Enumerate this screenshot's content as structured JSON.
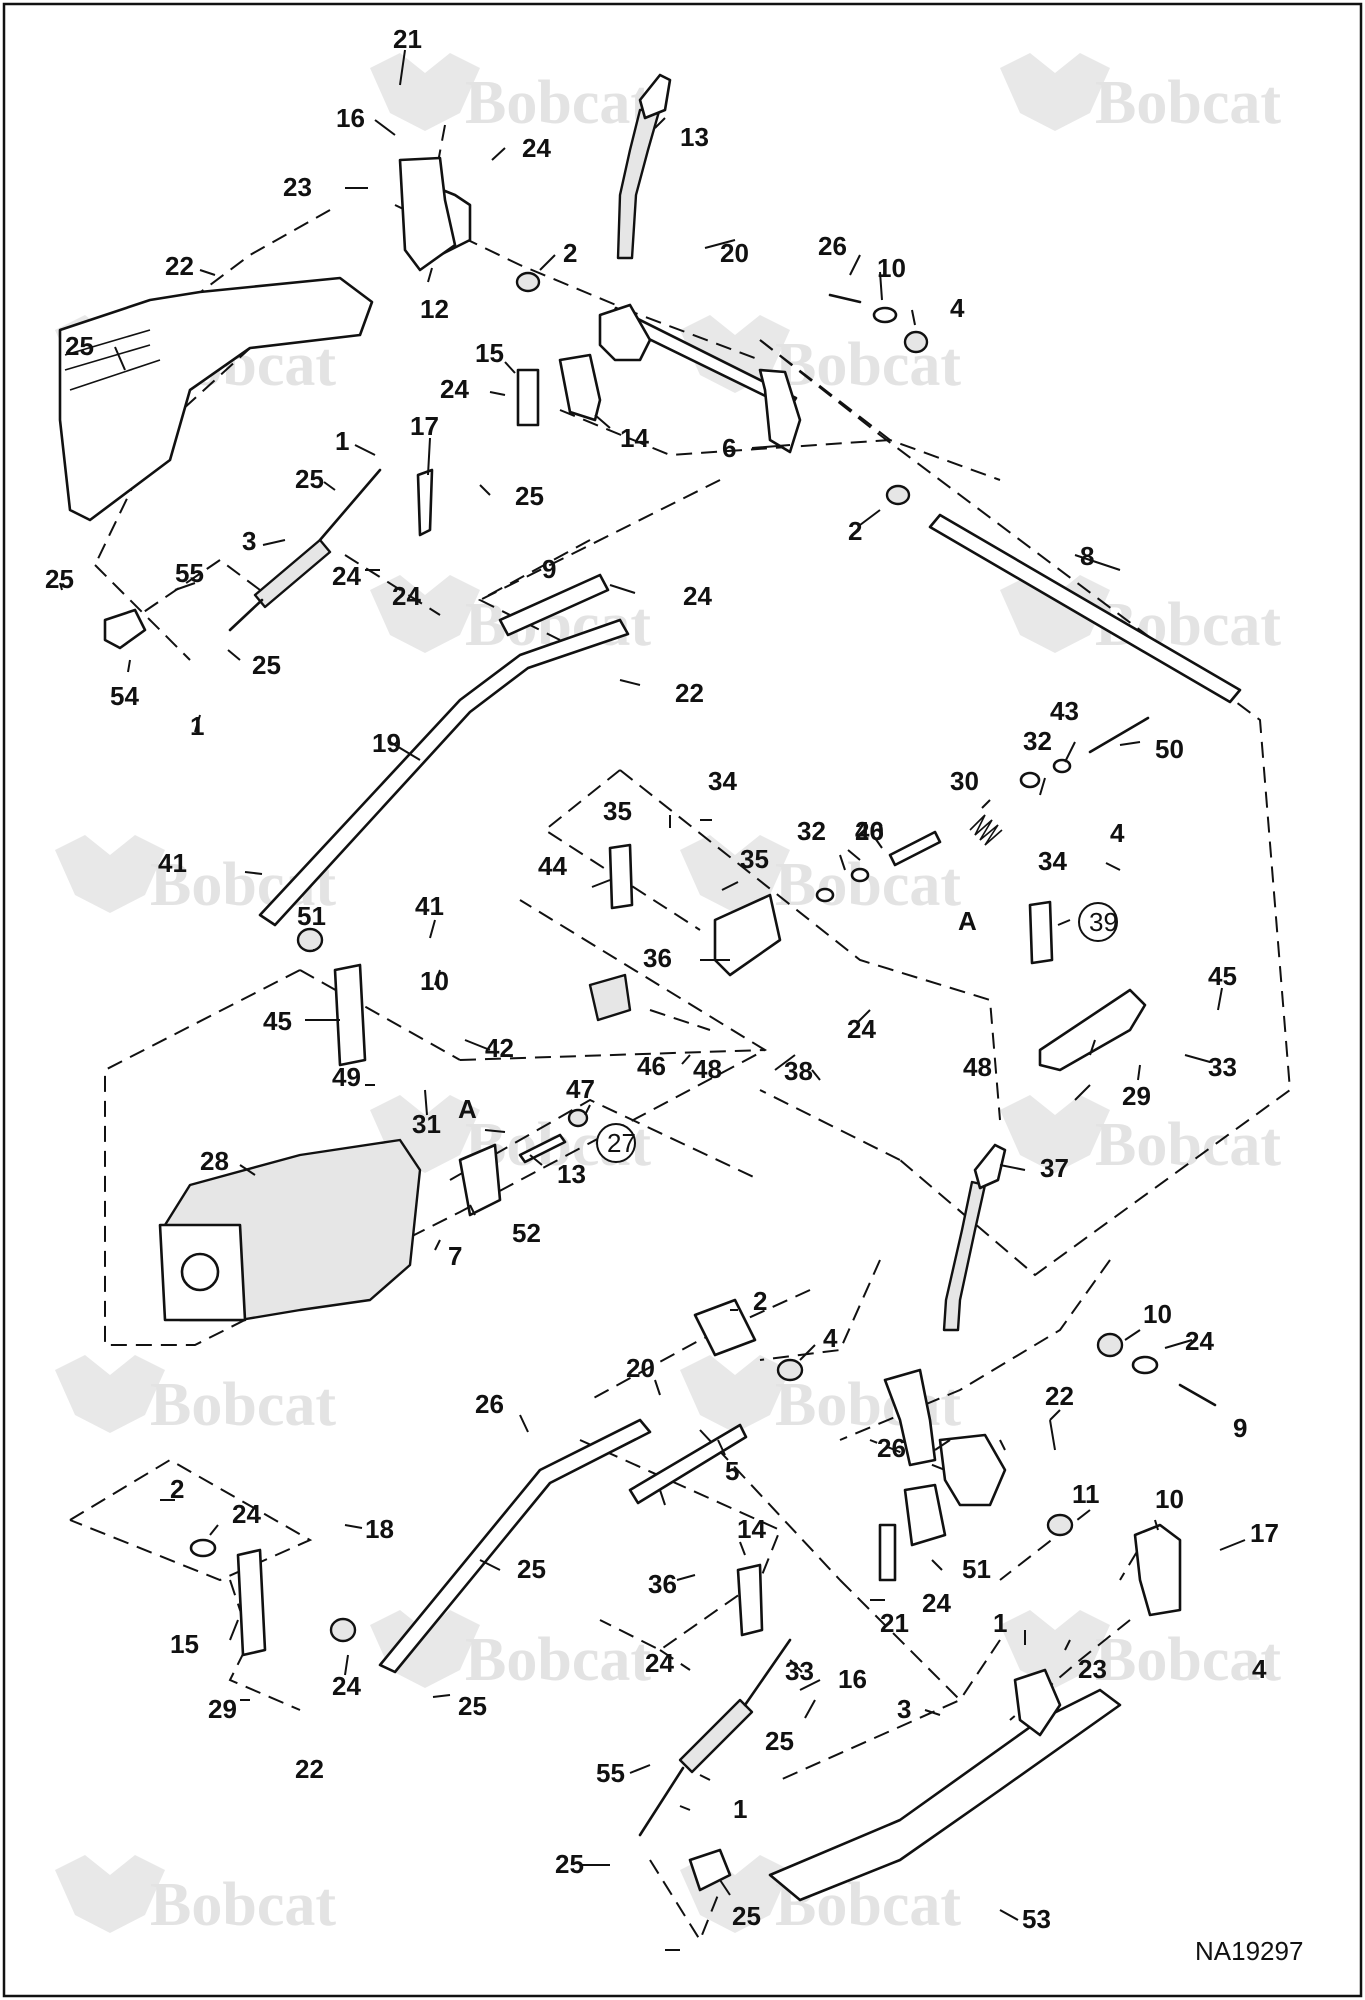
{
  "figure_id": "NA19297",
  "watermark_text": "Bobcat",
  "callouts": [
    {
      "id": "c21a",
      "label": "21"
    },
    {
      "id": "c16a",
      "label": "16"
    },
    {
      "id": "c13a",
      "label": "13"
    },
    {
      "id": "c23a",
      "label": "23"
    },
    {
      "id": "c24a",
      "label": "24"
    },
    {
      "id": "c22a",
      "label": "22"
    },
    {
      "id": "c12",
      "label": "12"
    },
    {
      "id": "c2a",
      "label": "2"
    },
    {
      "id": "c20a",
      "label": "20"
    },
    {
      "id": "c26a",
      "label": "26"
    },
    {
      "id": "c10a",
      "label": "10"
    },
    {
      "id": "c4a",
      "label": "4"
    },
    {
      "id": "c25a",
      "label": "25"
    },
    {
      "id": "c15a",
      "label": "15"
    },
    {
      "id": "c24b",
      "label": "24"
    },
    {
      "id": "c14a",
      "label": "14"
    },
    {
      "id": "c6",
      "label": "6"
    },
    {
      "id": "c17a",
      "label": "17"
    },
    {
      "id": "c1a",
      "label": "1"
    },
    {
      "id": "c25b",
      "label": "25"
    },
    {
      "id": "c25c",
      "label": "25"
    },
    {
      "id": "c2b",
      "label": "2"
    },
    {
      "id": "c8",
      "label": "8"
    },
    {
      "id": "c3a",
      "label": "3"
    },
    {
      "id": "c24c",
      "label": "24"
    },
    {
      "id": "c9a",
      "label": "9"
    },
    {
      "id": "c25d",
      "label": "25"
    },
    {
      "id": "c55a",
      "label": "55"
    },
    {
      "id": "c24d",
      "label": "24"
    },
    {
      "id": "c24e",
      "label": "24"
    },
    {
      "id": "c25e",
      "label": "25"
    },
    {
      "id": "c54",
      "label": "54"
    },
    {
      "id": "c22b",
      "label": "22"
    },
    {
      "id": "c1b",
      "label": "1"
    },
    {
      "id": "c19",
      "label": "19"
    },
    {
      "id": "c43",
      "label": "43"
    },
    {
      "id": "c50",
      "label": "50"
    },
    {
      "id": "c32a",
      "label": "32"
    },
    {
      "id": "c30",
      "label": "30"
    },
    {
      "id": "c35a",
      "label": "35"
    },
    {
      "id": "c34a",
      "label": "34"
    },
    {
      "id": "c32b",
      "label": "32"
    },
    {
      "id": "c40",
      "label": "40"
    },
    {
      "id": "c26b",
      "label": "26"
    },
    {
      "id": "c41a",
      "label": "41"
    },
    {
      "id": "c44",
      "label": "44"
    },
    {
      "id": "c35b",
      "label": "35"
    },
    {
      "id": "c34b",
      "label": "34"
    },
    {
      "id": "c4b",
      "label": "4"
    },
    {
      "id": "c51a",
      "label": "51"
    },
    {
      "id": "c41b",
      "label": "41"
    },
    {
      "id": "cA1",
      "label": "A"
    },
    {
      "id": "c39",
      "label": "39"
    },
    {
      "id": "c10b",
      "label": "10"
    },
    {
      "id": "c36a",
      "label": "36"
    },
    {
      "id": "c45a",
      "label": "45"
    },
    {
      "id": "c45b",
      "label": "45"
    },
    {
      "id": "c24f",
      "label": "24"
    },
    {
      "id": "c42",
      "label": "42"
    },
    {
      "id": "c46",
      "label": "46"
    },
    {
      "id": "c48a",
      "label": "48"
    },
    {
      "id": "c38",
      "label": "38"
    },
    {
      "id": "c48b",
      "label": "48"
    },
    {
      "id": "c33a",
      "label": "33"
    },
    {
      "id": "c49",
      "label": "49"
    },
    {
      "id": "c29a",
      "label": "29"
    },
    {
      "id": "c31",
      "label": "31"
    },
    {
      "id": "c47",
      "label": "47"
    },
    {
      "id": "cA2",
      "label": "A"
    },
    {
      "id": "c27",
      "label": "27"
    },
    {
      "id": "c28",
      "label": "28"
    },
    {
      "id": "c13b",
      "label": "13"
    },
    {
      "id": "c37",
      "label": "37"
    },
    {
      "id": "c52",
      "label": "52"
    },
    {
      "id": "c7",
      "label": "7"
    },
    {
      "id": "c2c",
      "label": "2"
    },
    {
      "id": "c4c",
      "label": "4"
    },
    {
      "id": "c10c",
      "label": "10"
    },
    {
      "id": "c24g",
      "label": "24"
    },
    {
      "id": "c20b",
      "label": "20"
    },
    {
      "id": "c22c",
      "label": "22"
    },
    {
      "id": "c26c",
      "label": "26"
    },
    {
      "id": "c9b",
      "label": "9"
    },
    {
      "id": "c5",
      "label": "5"
    },
    {
      "id": "c26d",
      "label": "26"
    },
    {
      "id": "c2d",
      "label": "2"
    },
    {
      "id": "c11",
      "label": "11"
    },
    {
      "id": "c10d",
      "label": "10"
    },
    {
      "id": "c24h",
      "label": "24"
    },
    {
      "id": "c17b",
      "label": "17"
    },
    {
      "id": "c14b",
      "label": "14"
    },
    {
      "id": "c51b",
      "label": "51"
    },
    {
      "id": "c18",
      "label": "18"
    },
    {
      "id": "c25f",
      "label": "25"
    },
    {
      "id": "c36b",
      "label": "36"
    },
    {
      "id": "c15b",
      "label": "15"
    },
    {
      "id": "c24i",
      "label": "24"
    },
    {
      "id": "c21b",
      "label": "21"
    },
    {
      "id": "c24j",
      "label": "24"
    },
    {
      "id": "c1c",
      "label": "1"
    },
    {
      "id": "c16b",
      "label": "16"
    },
    {
      "id": "c23b",
      "label": "23"
    },
    {
      "id": "c4d",
      "label": "4"
    },
    {
      "id": "c24k",
      "label": "24"
    },
    {
      "id": "c25g",
      "label": "25"
    },
    {
      "id": "c33b",
      "label": "33"
    },
    {
      "id": "c29b",
      "label": "29"
    },
    {
      "id": "c22d",
      "label": "22"
    },
    {
      "id": "c3b",
      "label": "3"
    },
    {
      "id": "c25h",
      "label": "25"
    },
    {
      "id": "c55b",
      "label": "55"
    },
    {
      "id": "c1d",
      "label": "1"
    },
    {
      "id": "c25i",
      "label": "25"
    },
    {
      "id": "c53",
      "label": "53"
    },
    {
      "id": "c25j",
      "label": "25"
    }
  ]
}
